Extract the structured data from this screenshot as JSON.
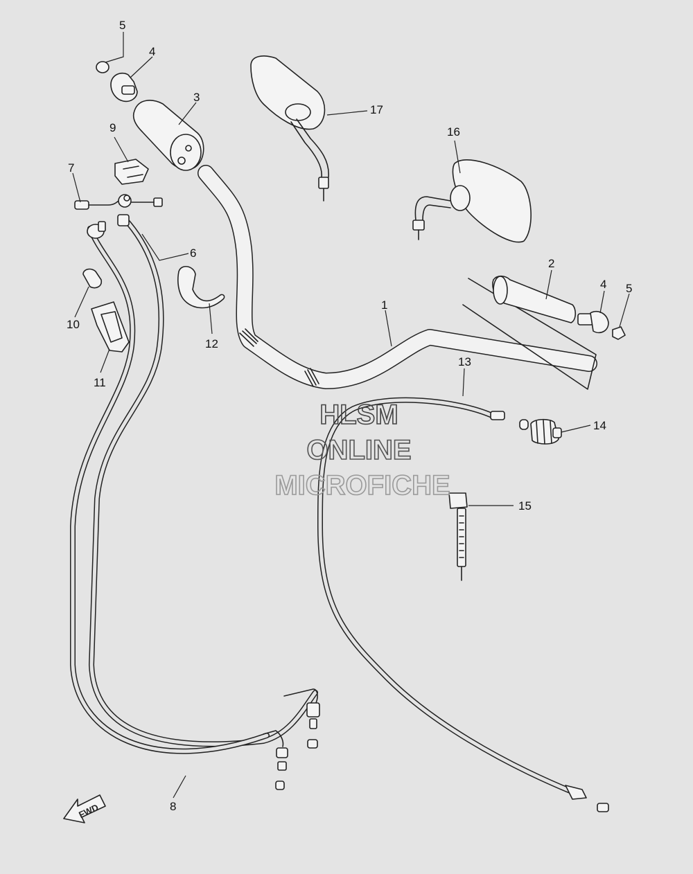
{
  "diagram": {
    "watermark": [
      "HLSM",
      "ONLINE",
      "MICROFICHE"
    ],
    "fwd_label": "FWD",
    "callouts": {
      "c1": "1",
      "c2": "2",
      "c3": "3",
      "c4a": "4",
      "c4b": "4",
      "c5a": "5",
      "c5b": "5",
      "c6": "6",
      "c7": "7",
      "c8": "8",
      "c9": "9",
      "c10": "10",
      "c11": "11",
      "c12": "12",
      "c13": "13",
      "c14": "14",
      "c15": "15",
      "c16": "16",
      "c17": "17"
    }
  }
}
